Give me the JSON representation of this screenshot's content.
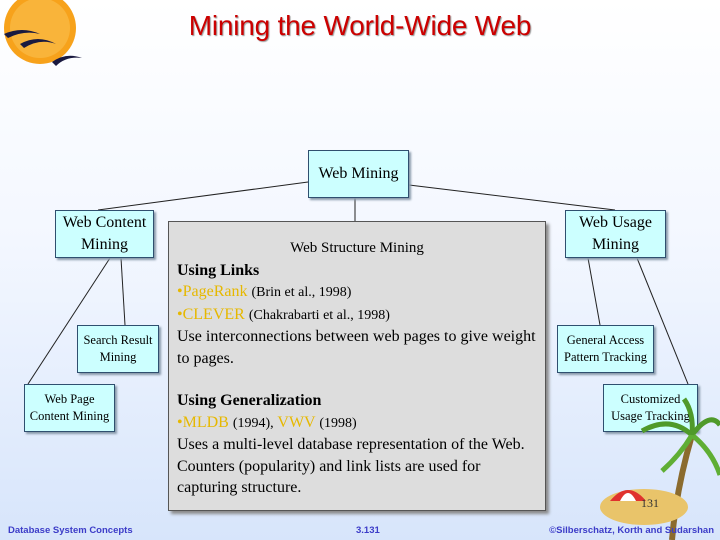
{
  "title": "Mining the World-Wide Web",
  "nodes": {
    "root": "Web Mining",
    "content_1": "Web Content",
    "content_2": "Mining",
    "usage_1": "Web Usage",
    "usage_2": "Mining",
    "search_1": "Search Result",
    "search_2": "Mining",
    "webpage_1": "Web Page",
    "webpage_2": "Content Mining",
    "access_1": "General Access",
    "access_2": "Pattern Tracking",
    "custom_1": "Customized",
    "custom_2": "Usage Tracking"
  },
  "structure_panel": {
    "title": "Web Structure Mining",
    "links_heading": "Using Links",
    "bullet": "•",
    "pagerank": "PageRank",
    "pagerank_cite": "(Brin et al., 1998)",
    "clever": "CLEVER",
    "clever_cite": "(Chakrabarti et al., 1998)",
    "links_text": "Use interconnections between web pages to give weight to pages.",
    "gen_heading": "Using Generalization",
    "mldb": "MLDB",
    "mldb_cite": "(1994),",
    "vwv": "VWV",
    "vwv_cite": "(1998)",
    "gen_text": "Uses a multi-level database representation of the Web. Counters (popularity) and link lists are used for capturing structure."
  },
  "footer": {
    "left": "Database System Concepts",
    "center": "3.131",
    "right": "©Silberschatz, Korth and Sudarshan"
  },
  "page_number": "131",
  "colors": {
    "title": "#cc0000",
    "box_fill": "#ccffff",
    "highlight": "#e6b800",
    "footer": "#3c3cc8"
  }
}
